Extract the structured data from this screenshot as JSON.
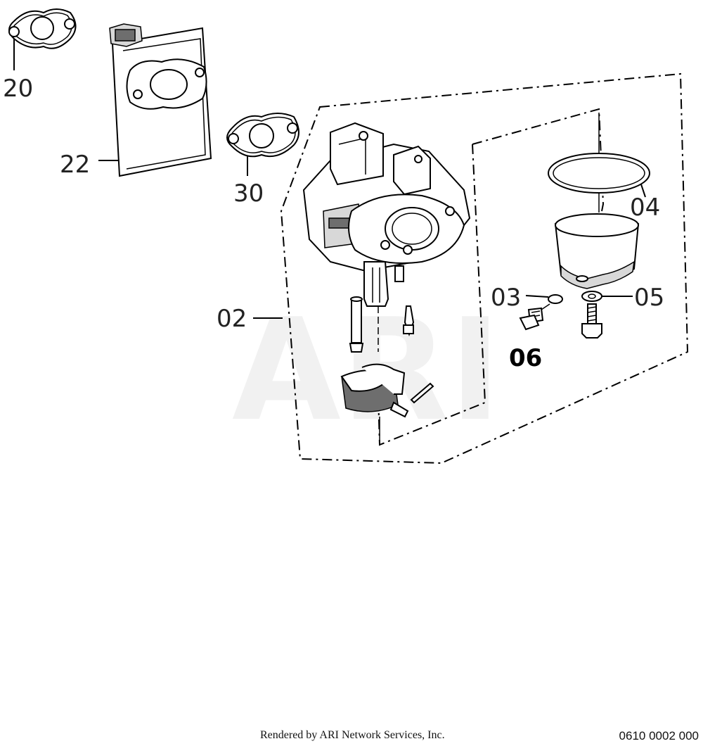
{
  "watermark": "ARI",
  "callouts": {
    "c20": "20",
    "c22": "22",
    "c30": "30",
    "c02": "02",
    "c04": "04",
    "c03": "03",
    "c05": "05",
    "c06": "06"
  },
  "footer": {
    "credit": "Rendered by ARI Network Services, Inc.",
    "code": "0610 0002 000"
  }
}
